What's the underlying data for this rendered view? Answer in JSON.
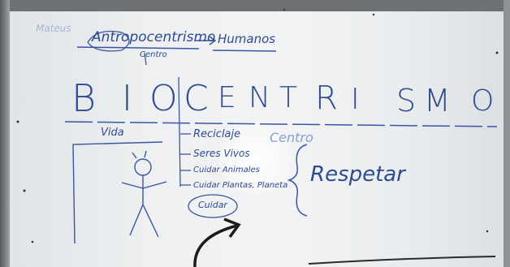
{
  "whiteboard": {
    "faint_word": "Mateus",
    "anthropocentrism": "Antropocentrismo",
    "humans": "Humanos",
    "center_top": "Centro",
    "biocentrism_letters": [
      "B",
      "I",
      "O",
      "C",
      "E",
      "N",
      "T",
      "R",
      "I",
      "S",
      "M",
      "O"
    ],
    "life": "Vida",
    "center_right": "Centro",
    "list_items": [
      "Reciclaje",
      "Seres Vivos",
      "Cuidar Animales",
      "Cuidar Plantas, Planeta",
      "Cuidar"
    ],
    "respect": "Respetar"
  },
  "colors": {
    "marker": "#2f4a8f",
    "arrow": "#1c1c1c"
  }
}
